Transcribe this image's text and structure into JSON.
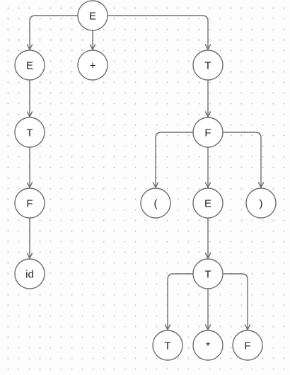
{
  "diagram": {
    "type": "parse-tree",
    "nodes": [
      {
        "id": "n1",
        "label": "E"
      },
      {
        "id": "n2",
        "label": "E"
      },
      {
        "id": "n3",
        "label": "+"
      },
      {
        "id": "n4",
        "label": "T"
      },
      {
        "id": "n5",
        "label": "T"
      },
      {
        "id": "n6",
        "label": "F"
      },
      {
        "id": "n7",
        "label": "id"
      },
      {
        "id": "n8",
        "label": "F"
      },
      {
        "id": "n9",
        "label": "("
      },
      {
        "id": "n10",
        "label": "E"
      },
      {
        "id": "n11",
        "label": ")"
      },
      {
        "id": "n12",
        "label": "T"
      },
      {
        "id": "n13",
        "label": "T"
      },
      {
        "id": "n14",
        "label": "*"
      },
      {
        "id": "n15",
        "label": "F"
      }
    ],
    "edges": [
      {
        "from": "n1",
        "to": "n2"
      },
      {
        "from": "n1",
        "to": "n3"
      },
      {
        "from": "n1",
        "to": "n4"
      },
      {
        "from": "n2",
        "to": "n5"
      },
      {
        "from": "n5",
        "to": "n6"
      },
      {
        "from": "n6",
        "to": "n7"
      },
      {
        "from": "n4",
        "to": "n8"
      },
      {
        "from": "n8",
        "to": "n9"
      },
      {
        "from": "n8",
        "to": "n10"
      },
      {
        "from": "n8",
        "to": "n11"
      },
      {
        "from": "n10",
        "to": "n12"
      },
      {
        "from": "n12",
        "to": "n13"
      },
      {
        "from": "n12",
        "to": "n14"
      },
      {
        "from": "n12",
        "to": "n15"
      }
    ],
    "colors": {
      "stroke": "#6f6f6f",
      "node_fill": "#ffffff",
      "text": "#222222",
      "background": "#fdfdfd",
      "grid_dot": "#c9c9c9"
    }
  }
}
